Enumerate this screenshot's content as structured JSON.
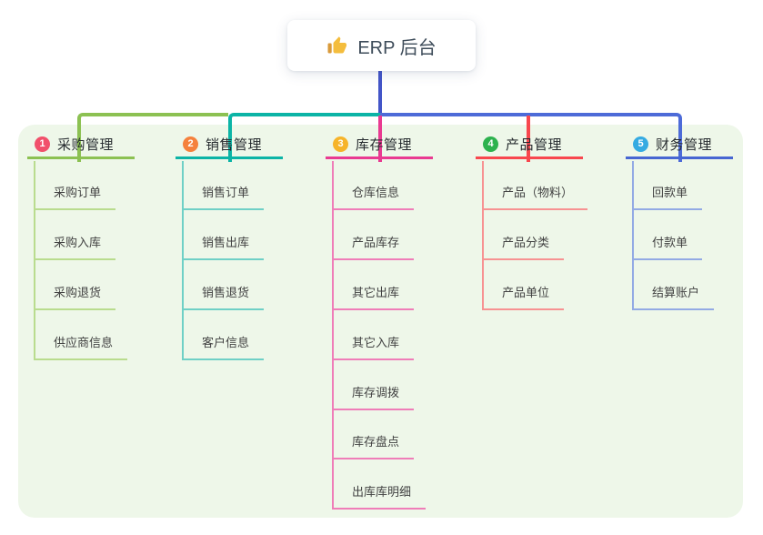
{
  "root": {
    "title": "ERP 后台",
    "icon": "thumbs-up-icon"
  },
  "panel": {
    "background": "#eef7e9"
  },
  "connectors": {
    "trunk_color": "#4355c8",
    "purchase_segment": "#8cc152",
    "sales_segment": "#0cb4a6",
    "finance_segment": "#4d6bd8"
  },
  "branches": [
    {
      "index": "1",
      "label": "采购管理",
      "color": "#8cc152",
      "light": "#b9dc8e",
      "badge": "#f1506b",
      "children": [
        "采购订单",
        "采购入库",
        "采购退货",
        "供应商信息"
      ]
    },
    {
      "index": "2",
      "label": "销售管理",
      "color": "#0cb4a6",
      "light": "#6fd0c6",
      "badge": "#f5813c",
      "children": [
        "销售订单",
        "销售出库",
        "销售退货",
        "客户信息"
      ]
    },
    {
      "index": "3",
      "label": "库存管理",
      "color": "#e93a91",
      "light": "#ef7db8",
      "badge": "#f6b42a",
      "children": [
        "仓库信息",
        "产品库存",
        "其它出库",
        "其它入库",
        "库存调拨",
        "库存盘点",
        "出库库明细"
      ]
    },
    {
      "index": "4",
      "label": "产品管理",
      "color": "#f8474e",
      "light": "#f79292",
      "badge": "#2db24e",
      "children": [
        "产品（物料）",
        "产品分类",
        "产品单位"
      ]
    },
    {
      "index": "5",
      "label": "财务管理",
      "color": "#4766d2",
      "light": "#93aae4",
      "badge": "#35abe2",
      "children": [
        "回款单",
        "付款单",
        "结算账户"
      ]
    }
  ]
}
